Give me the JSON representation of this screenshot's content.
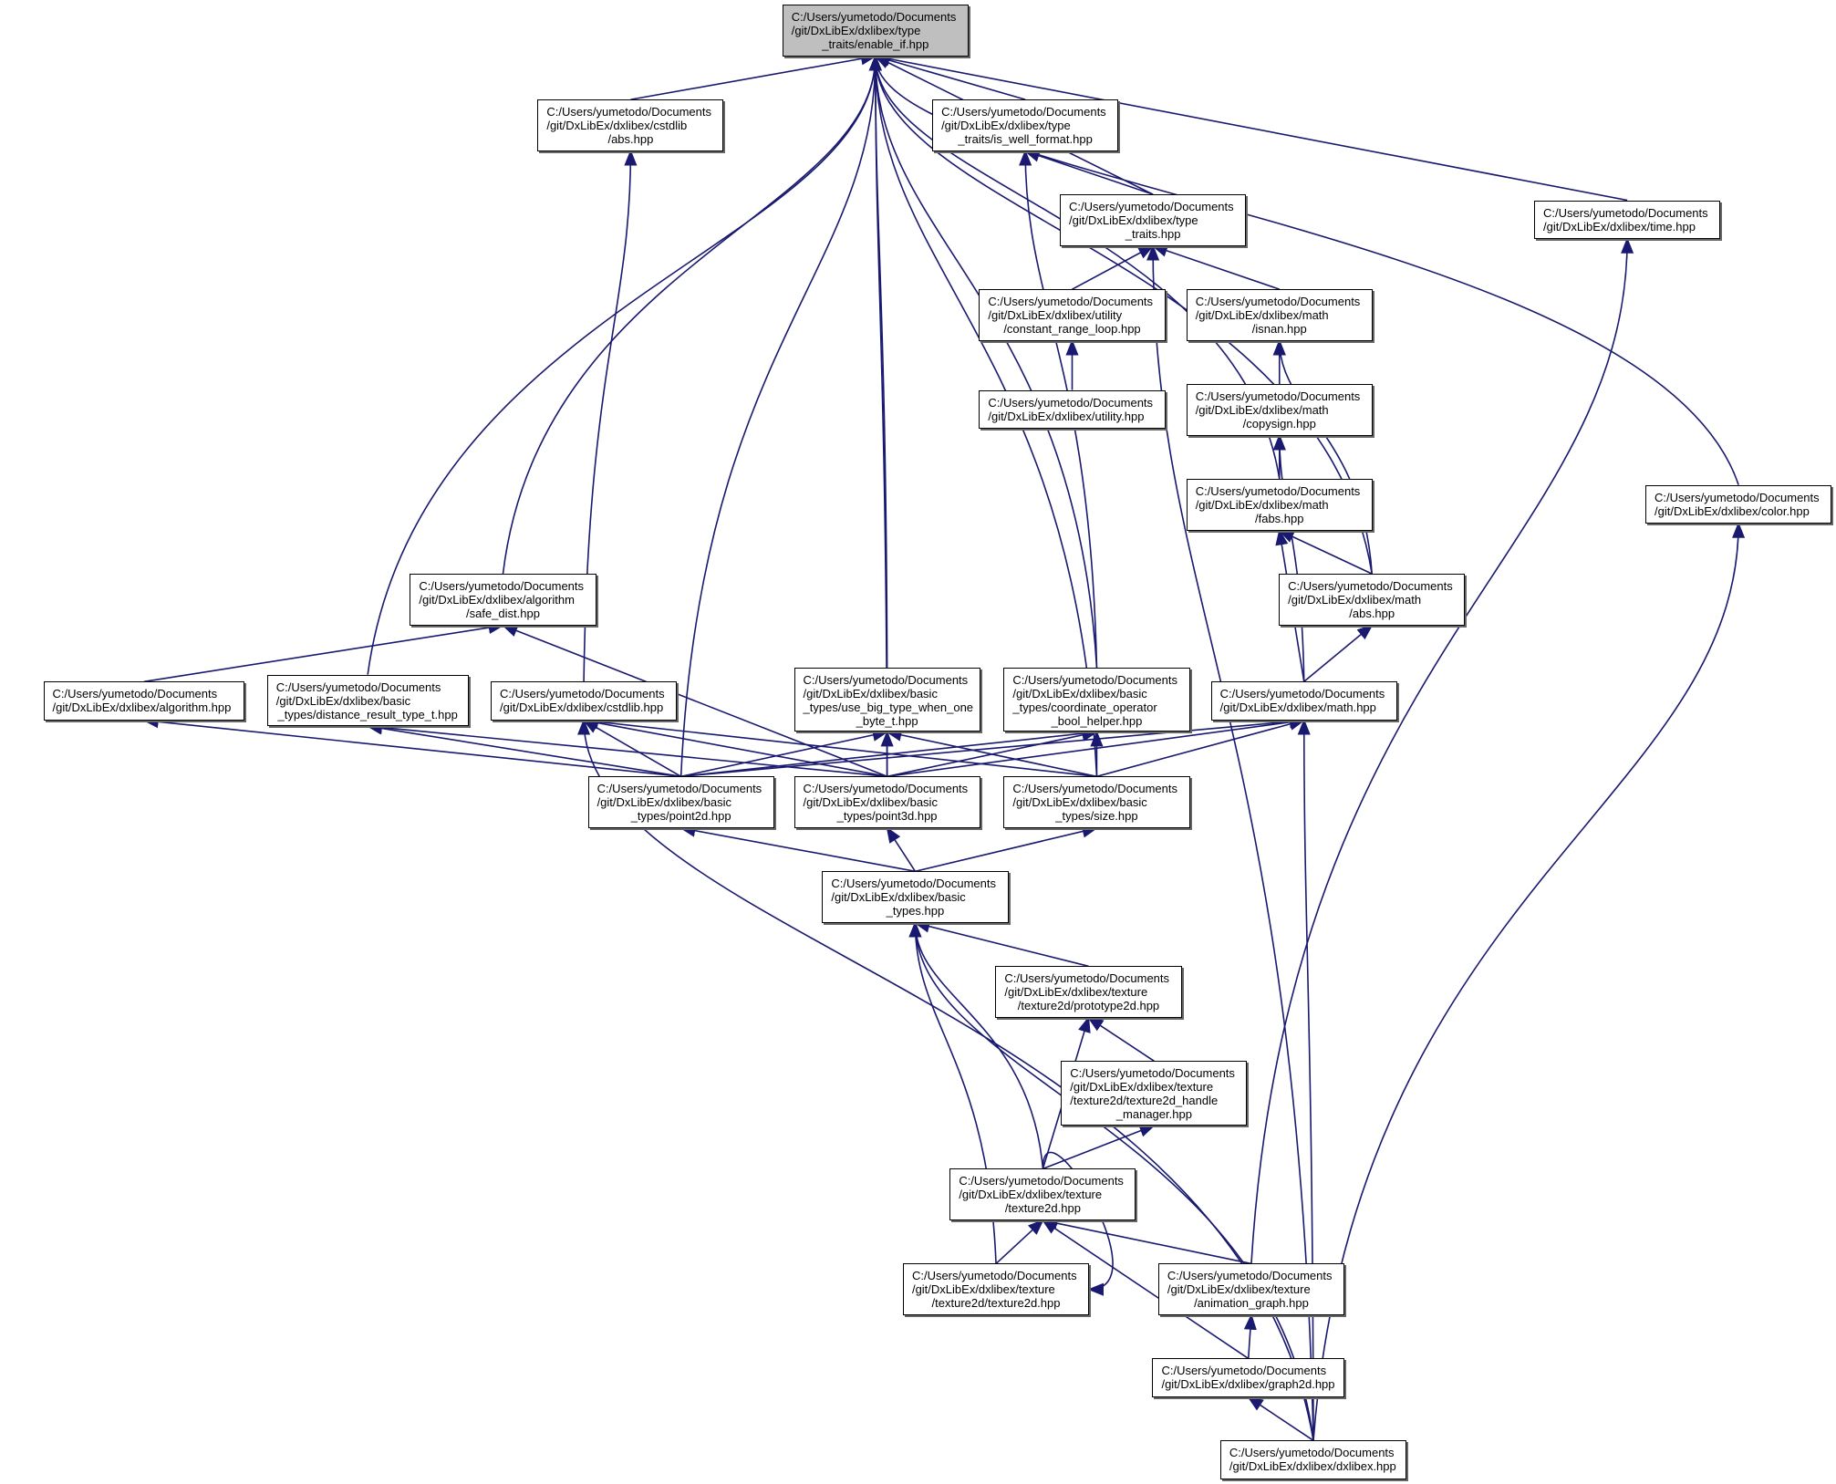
{
  "title": "Include dependency graph: C:/Users/yumetodo/Documents/git/DxLibEx/dxlibex/type_traits/enable_if.hpp",
  "colors": {
    "edge": "#191970",
    "root_fill": "#bfbfbf",
    "node_fill": "#ffffff",
    "node_border": "#000000"
  },
  "nodes": [
    {
      "id": "enable_if",
      "lines": [
        "C:/Users/yumetodo/Documents",
        "/git/DxLibEx/dxlibex/type",
        "_traits/enable_if.hpp"
      ],
      "root": true
    },
    {
      "id": "cstdlib_abs",
      "lines": [
        "C:/Users/yumetodo/Documents",
        "/git/DxLibEx/dxlibex/cstdlib",
        "/abs.hpp"
      ]
    },
    {
      "id": "is_well_format",
      "lines": [
        "C:/Users/yumetodo/Documents",
        "/git/DxLibEx/dxlibex/type",
        "_traits/is_well_format.hpp"
      ]
    },
    {
      "id": "type_traits",
      "lines": [
        "C:/Users/yumetodo/Documents",
        "/git/DxLibEx/dxlibex/type",
        "_traits.hpp"
      ]
    },
    {
      "id": "time",
      "lines": [
        "C:/Users/yumetodo/Documents",
        "/git/DxLibEx/dxlibex/time.hpp"
      ]
    },
    {
      "id": "constant_range_loop",
      "lines": [
        "C:/Users/yumetodo/Documents",
        "/git/DxLibEx/dxlibex/utility",
        "/constant_range_loop.hpp"
      ]
    },
    {
      "id": "isnan",
      "lines": [
        "C:/Users/yumetodo/Documents",
        "/git/DxLibEx/dxlibex/math",
        "/isnan.hpp"
      ]
    },
    {
      "id": "utility",
      "lines": [
        "C:/Users/yumetodo/Documents",
        "/git/DxLibEx/dxlibex/utility.hpp"
      ]
    },
    {
      "id": "copysign",
      "lines": [
        "C:/Users/yumetodo/Documents",
        "/git/DxLibEx/dxlibex/math",
        "/copysign.hpp"
      ]
    },
    {
      "id": "fabs",
      "lines": [
        "C:/Users/yumetodo/Documents",
        "/git/DxLibEx/dxlibex/math",
        "/fabs.hpp"
      ]
    },
    {
      "id": "color",
      "lines": [
        "C:/Users/yumetodo/Documents",
        "/git/DxLibEx/dxlibex/color.hpp"
      ]
    },
    {
      "id": "safe_dist",
      "lines": [
        "C:/Users/yumetodo/Documents",
        "/git/DxLibEx/dxlibex/algorithm",
        "/safe_dist.hpp"
      ]
    },
    {
      "id": "math_abs",
      "lines": [
        "C:/Users/yumetodo/Documents",
        "/git/DxLibEx/dxlibex/math",
        "/abs.hpp"
      ]
    },
    {
      "id": "algorithm",
      "lines": [
        "C:/Users/yumetodo/Documents",
        "/git/DxLibEx/dxlibex/algorithm.hpp"
      ]
    },
    {
      "id": "distance_result",
      "lines": [
        "C:/Users/yumetodo/Documents",
        "/git/DxLibEx/dxlibex/basic",
        "_types/distance_result_type_t.hpp"
      ]
    },
    {
      "id": "cstdlib",
      "lines": [
        "C:/Users/yumetodo/Documents",
        "/git/DxLibEx/dxlibex/cstdlib.hpp"
      ]
    },
    {
      "id": "use_big_type",
      "lines": [
        "C:/Users/yumetodo/Documents",
        "/git/DxLibEx/dxlibex/basic",
        "_types/use_big_type_when_one",
        "_byte_t.hpp"
      ]
    },
    {
      "id": "coord_op",
      "lines": [
        "C:/Users/yumetodo/Documents",
        "/git/DxLibEx/dxlibex/basic",
        "_types/coordinate_operator",
        "_bool_helper.hpp"
      ]
    },
    {
      "id": "math",
      "lines": [
        "C:/Users/yumetodo/Documents",
        "/git/DxLibEx/dxlibex/math.hpp"
      ]
    },
    {
      "id": "point2d",
      "lines": [
        "C:/Users/yumetodo/Documents",
        "/git/DxLibEx/dxlibex/basic",
        "_types/point2d.hpp"
      ]
    },
    {
      "id": "point3d",
      "lines": [
        "C:/Users/yumetodo/Documents",
        "/git/DxLibEx/dxlibex/basic",
        "_types/point3d.hpp"
      ]
    },
    {
      "id": "size",
      "lines": [
        "C:/Users/yumetodo/Documents",
        "/git/DxLibEx/dxlibex/basic",
        "_types/size.hpp"
      ]
    },
    {
      "id": "basic_types",
      "lines": [
        "C:/Users/yumetodo/Documents",
        "/git/DxLibEx/dxlibex/basic",
        "_types.hpp"
      ]
    },
    {
      "id": "prototype2d",
      "lines": [
        "C:/Users/yumetodo/Documents",
        "/git/DxLibEx/dxlibex/texture",
        "/texture2d/prototype2d.hpp"
      ]
    },
    {
      "id": "handle_manager",
      "lines": [
        "C:/Users/yumetodo/Documents",
        "/git/DxLibEx/dxlibex/texture",
        "/texture2d/texture2d_handle",
        "_manager.hpp"
      ]
    },
    {
      "id": "texture2d",
      "lines": [
        "C:/Users/yumetodo/Documents",
        "/git/DxLibEx/dxlibex/texture",
        "/texture2d.hpp"
      ]
    },
    {
      "id": "texture2d_inner",
      "lines": [
        "C:/Users/yumetodo/Documents",
        "/git/DxLibEx/dxlibex/texture",
        "/texture2d/texture2d.hpp"
      ]
    },
    {
      "id": "animation_graph",
      "lines": [
        "C:/Users/yumetodo/Documents",
        "/git/DxLibEx/dxlibex/texture",
        "/animation_graph.hpp"
      ]
    },
    {
      "id": "graph2d",
      "lines": [
        "C:/Users/yumetodo/Documents",
        "/git/DxLibEx/dxlibex/graph2d.hpp"
      ]
    },
    {
      "id": "dxlibex",
      "lines": [
        "C:/Users/yumetodo/Documents",
        "/git/DxLibEx/dxlibex/dxlibex.hpp"
      ]
    }
  ],
  "edges": [
    [
      "cstdlib_abs",
      "enable_if"
    ],
    [
      "is_well_format",
      "enable_if"
    ],
    [
      "type_traits",
      "enable_if"
    ],
    [
      "time",
      "enable_if"
    ],
    [
      "safe_dist",
      "enable_if"
    ],
    [
      "distance_result",
      "enable_if"
    ],
    [
      "point2d",
      "enable_if"
    ],
    [
      "point3d",
      "enable_if"
    ],
    [
      "use_big_type",
      "enable_if"
    ],
    [
      "coord_op",
      "enable_if"
    ],
    [
      "fabs",
      "enable_if"
    ],
    [
      "math_abs",
      "enable_if"
    ],
    [
      "size",
      "enable_if"
    ],
    [
      "color",
      "enable_if"
    ],
    [
      "type_traits",
      "is_well_format"
    ],
    [
      "coord_op",
      "is_well_format"
    ],
    [
      "constant_range_loop",
      "type_traits"
    ],
    [
      "isnan",
      "type_traits"
    ],
    [
      "dxlibex",
      "type_traits"
    ],
    [
      "utility",
      "constant_range_loop"
    ],
    [
      "copysign",
      "isnan"
    ],
    [
      "math_abs",
      "isnan"
    ],
    [
      "fabs",
      "copysign"
    ],
    [
      "math",
      "copysign"
    ],
    [
      "math_abs",
      "fabs"
    ],
    [
      "math",
      "fabs"
    ],
    [
      "math",
      "math_abs"
    ],
    [
      "cstdlib",
      "cstdlib_abs"
    ],
    [
      "algorithm",
      "safe_dist"
    ],
    [
      "point3d",
      "safe_dist"
    ],
    [
      "point2d",
      "algorithm"
    ],
    [
      "point2d",
      "distance_result"
    ],
    [
      "point3d",
      "distance_result"
    ],
    [
      "point2d",
      "cstdlib"
    ],
    [
      "point3d",
      "cstdlib"
    ],
    [
      "size",
      "cstdlib"
    ],
    [
      "dxlibex",
      "cstdlib"
    ],
    [
      "point2d",
      "use_big_type"
    ],
    [
      "point3d",
      "use_big_type"
    ],
    [
      "size",
      "use_big_type"
    ],
    [
      "point2d",
      "coord_op"
    ],
    [
      "point3d",
      "coord_op"
    ],
    [
      "size",
      "coord_op"
    ],
    [
      "point2d",
      "math"
    ],
    [
      "point3d",
      "math"
    ],
    [
      "size",
      "math"
    ],
    [
      "dxlibex",
      "math"
    ],
    [
      "basic_types",
      "point2d"
    ],
    [
      "basic_types",
      "point3d"
    ],
    [
      "basic_types",
      "size"
    ],
    [
      "prototype2d",
      "basic_types"
    ],
    [
      "texture2d",
      "basic_types"
    ],
    [
      "texture2d_inner",
      "basic_types"
    ],
    [
      "dxlibex",
      "basic_types"
    ],
    [
      "handle_manager",
      "prototype2d"
    ],
    [
      "texture2d",
      "prototype2d"
    ],
    [
      "texture2d",
      "handle_manager"
    ],
    [
      "texture2d_inner",
      "texture2d"
    ],
    [
      "texture2d",
      "texture2d_inner"
    ],
    [
      "animation_graph",
      "texture2d"
    ],
    [
      "graph2d",
      "texture2d"
    ],
    [
      "animation_graph",
      "time"
    ],
    [
      "graph2d",
      "animation_graph"
    ],
    [
      "dxlibex",
      "graph2d"
    ],
    [
      "dxlibex",
      "color"
    ]
  ]
}
